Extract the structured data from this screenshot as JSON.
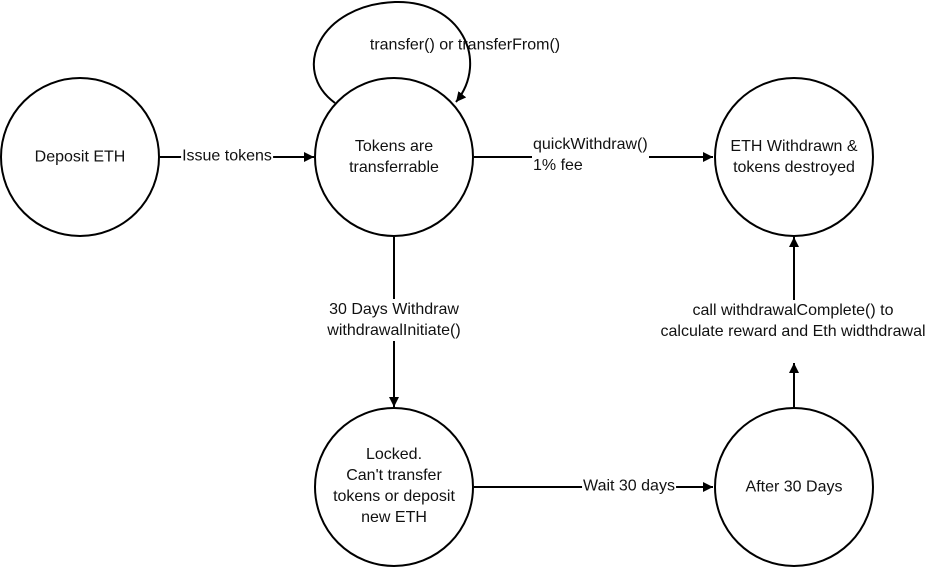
{
  "nodes": {
    "deposit": "Deposit ETH",
    "transferable": [
      "Tokens are",
      "transferrable"
    ],
    "withdrawn": [
      "ETH Withdrawn &",
      "tokens destroyed"
    ],
    "locked": [
      "Locked.",
      "Can't transfer",
      "tokens or deposit",
      "new ETH"
    ],
    "after30": "After 30 Days"
  },
  "edges": {
    "issue": "Issue tokens",
    "self_loop": "transfer() or transferFrom()",
    "quick": [
      "quickWithdraw()",
      "1% fee"
    ],
    "initiate": [
      "30 Days Withdraw",
      "withdrawalInitiate()"
    ],
    "wait": "Wait 30 days",
    "complete": [
      "call withdrawalComplete() to",
      "calculate reward and Eth widthdrawal"
    ]
  },
  "colors": {
    "stroke": "#000000",
    "text": "#111111"
  }
}
